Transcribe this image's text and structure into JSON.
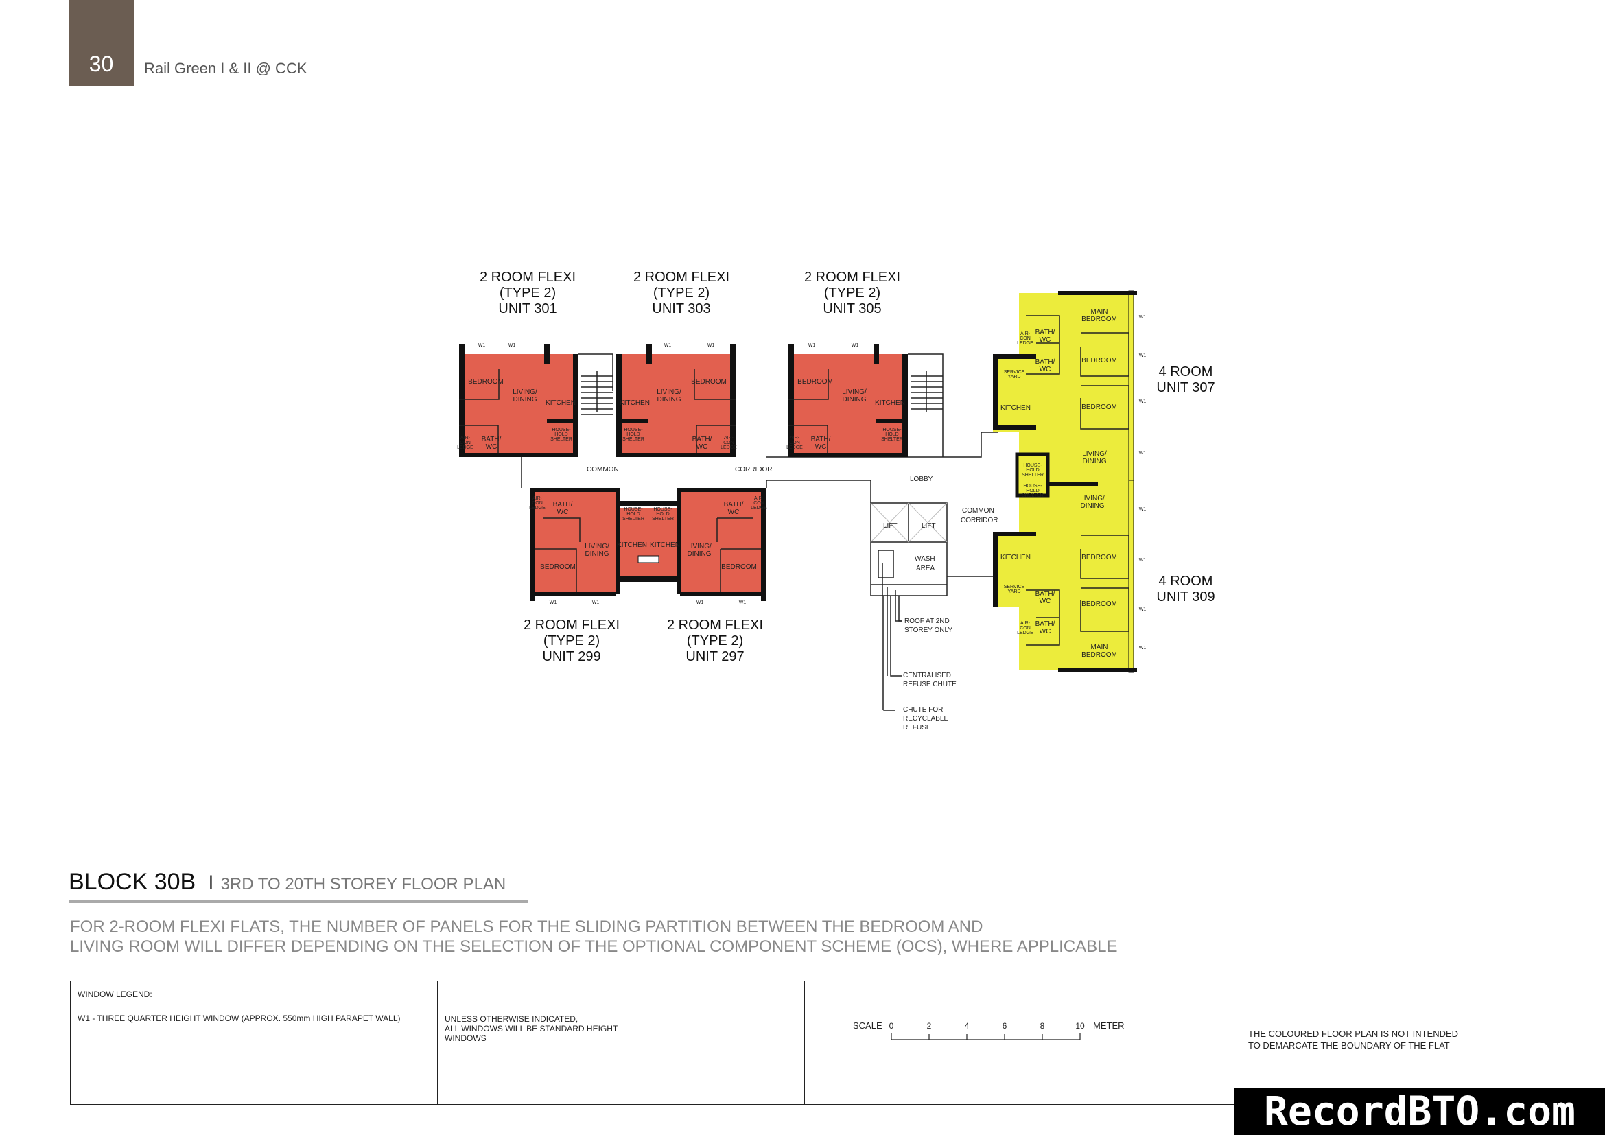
{
  "header": {
    "page_number": "30",
    "title": "Rail Green I & II @ CCK"
  },
  "plan": {
    "units": {
      "u301": {
        "l1": "2 ROOM FLEXI",
        "l2": "(TYPE 2)",
        "l3": "UNIT 301"
      },
      "u303": {
        "l1": "2 ROOM FLEXI",
        "l2": "(TYPE 2)",
        "l3": "UNIT 303"
      },
      "u305": {
        "l1": "2 ROOM FLEXI",
        "l2": "(TYPE 2)",
        "l3": "UNIT 305"
      },
      "u299": {
        "l1": "2 ROOM FLEXI",
        "l2": "(TYPE 2)",
        "l3": "UNIT 299"
      },
      "u297": {
        "l1": "2 ROOM FLEXI",
        "l2": "(TYPE 2)",
        "l3": "UNIT 297"
      },
      "u307": {
        "l1": "4 ROOM",
        "l2": "UNIT 307"
      },
      "u309": {
        "l1": "4 ROOM",
        "l2": "UNIT 309"
      }
    },
    "rooms": {
      "bedroom": "BEDROOM",
      "main_bedroom_1": "MAIN",
      "main_bedroom_2": "BEDROOM",
      "living_1": "LIVING/",
      "living_2": "DINING",
      "kitchen": "KITCHEN",
      "bath_1": "BATH/",
      "bath_2": "WC",
      "shelter_1": "HOUSE-",
      "shelter_2": "HOLD",
      "shelter_3": "SHELTER",
      "aircon_1": "AIR-",
      "aircon_2": "CON",
      "aircon_3": "LEDGE",
      "service_1": "SERVICE",
      "service_2": "YARD",
      "window": "W1"
    },
    "common": {
      "common": "COMMON",
      "corridor": "CORRIDOR",
      "lobby": "LOBBY",
      "common_corridor_1": "COMMON",
      "common_corridor_2": "CORRIDOR",
      "lift": "LIFT",
      "wash_1": "WASH",
      "wash_2": "AREA",
      "roof_1": "ROOF AT 2ND",
      "roof_2": "STOREY ONLY",
      "chute_1": "CENTRALISED",
      "chute_2": "REFUSE CHUTE",
      "recycle_1": "CHUTE FOR",
      "recycle_2": "RECYCLABLE",
      "recycle_3": "REFUSE"
    },
    "colors": {
      "two_room": "#e2604f",
      "four_room": "#ecec3c"
    }
  },
  "block": {
    "title": "BLOCK 30B",
    "separator": "I",
    "subtitle": "3RD TO 20TH STOREY FLOOR PLAN"
  },
  "note": {
    "line1": "FOR 2-ROOM FLEXI FLATS, THE NUMBER OF PANELS FOR THE SLIDING PARTITION BETWEEN THE BEDROOM AND",
    "line2": "LIVING ROOM WILL DIFFER DEPENDING ON THE SELECTION OF THE OPTIONAL COMPONENT SCHEME (OCS), WHERE APPLICABLE"
  },
  "legend": {
    "window_legend_title": "WINDOW LEGEND:",
    "w1": "W1 - THREE QUARTER HEIGHT WINDOW (APPROX. 550mm HIGH PARAPET WALL)",
    "standard_1": "UNLESS OTHERWISE INDICATED,",
    "standard_2": "ALL WINDOWS WILL BE STANDARD HEIGHT",
    "standard_3": "WINDOWS",
    "scale_label": "SCALE",
    "scale_ticks": [
      "0",
      "2",
      "4",
      "6",
      "8",
      "10"
    ],
    "scale_unit": "METER",
    "disclaimer_1": "THE COLOURED FLOOR PLAN IS NOT INTENDED",
    "disclaimer_2": "TO DEMARCATE THE BOUNDARY OF THE FLAT"
  },
  "watermark": "RecordBTO.com"
}
